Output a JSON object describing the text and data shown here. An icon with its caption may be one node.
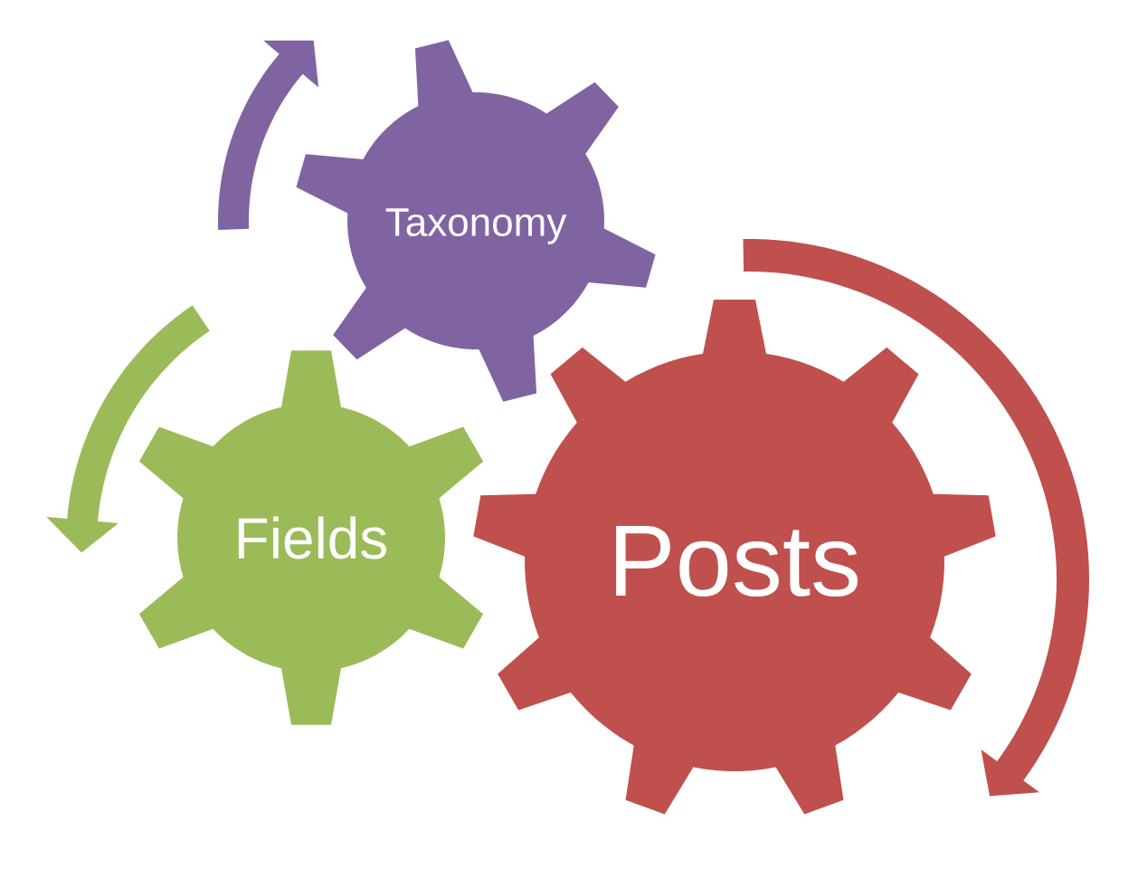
{
  "diagram": {
    "nodes": [
      {
        "text": [
          "Taxonomy"
        ]
      },
      {
        "text": [
          "Fields"
        ]
      },
      {
        "text": [
          "Posts"
        ]
      }
    ]
  }
}
